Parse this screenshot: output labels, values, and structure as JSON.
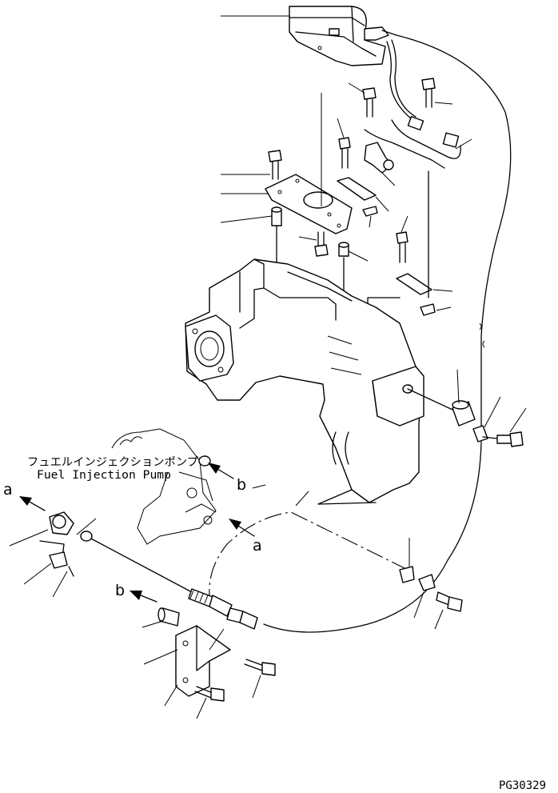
{
  "labels": {
    "pump_jp": "フュエルインジェクションポンプ",
    "pump_en": "Fuel Injection Pump",
    "ref_a_left": "a",
    "ref_a_mid": "a",
    "ref_b_left": "b",
    "ref_b_mid": "b",
    "drawing_no": "PG30329"
  },
  "colors": {
    "line": "#000000",
    "background": "#ffffff"
  }
}
